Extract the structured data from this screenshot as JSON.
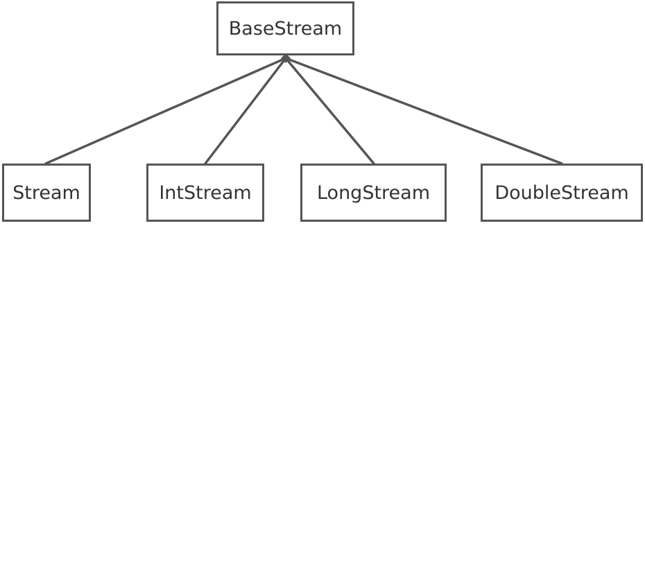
{
  "diagram": {
    "root": {
      "label": "BaseStream"
    },
    "children": [
      {
        "label": "Stream"
      },
      {
        "label": "IntStream"
      },
      {
        "label": "LongStream"
      },
      {
        "label": "DoubleStream"
      }
    ]
  },
  "colors": {
    "stroke": "#555555",
    "text": "#333333",
    "background": "#ffffff"
  }
}
